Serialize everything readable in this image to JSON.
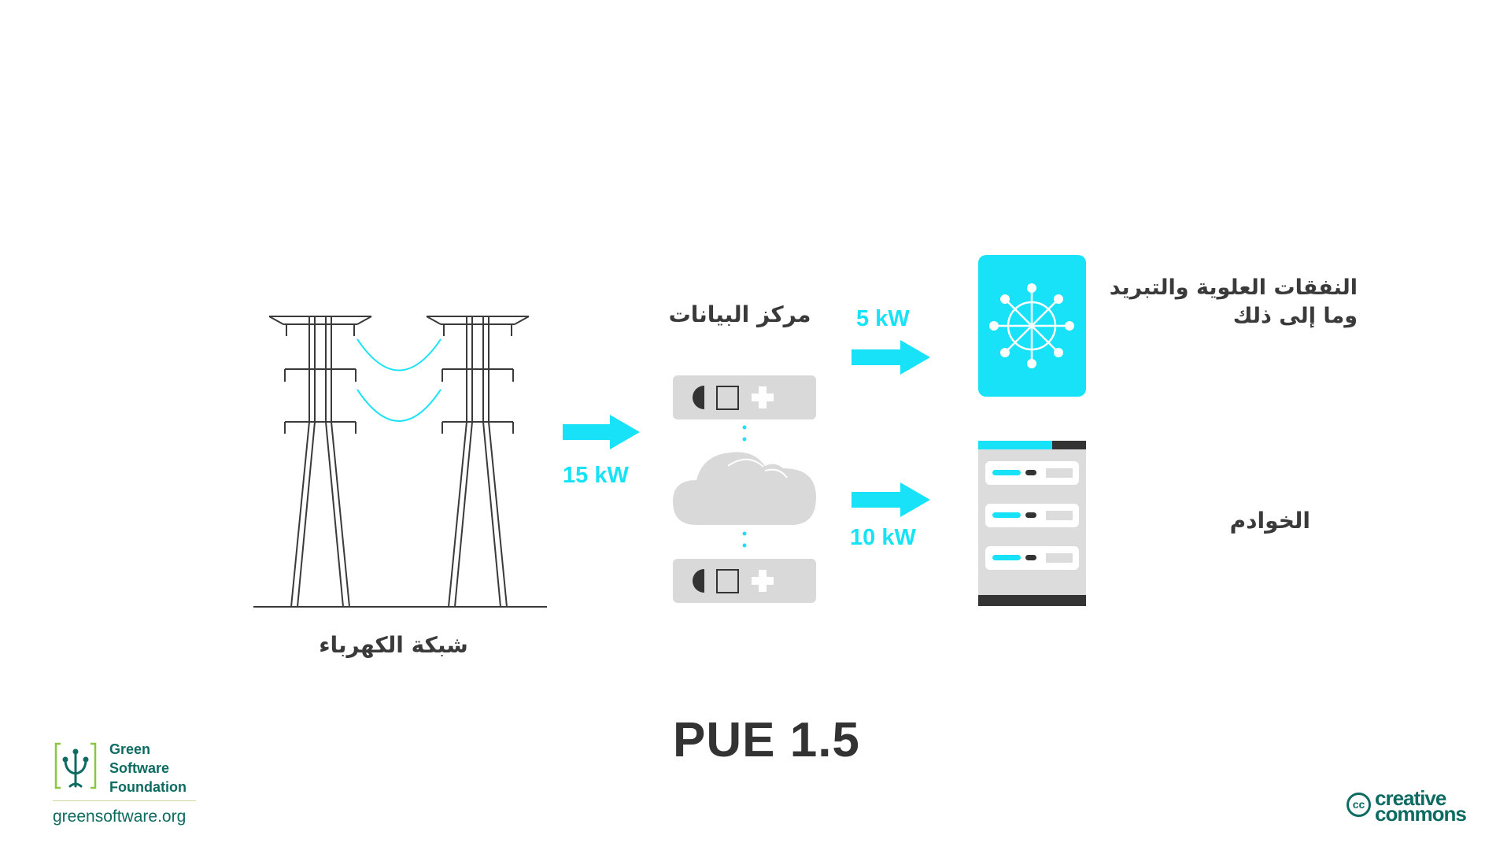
{
  "labels": {
    "grid": "شبكة الكهرباء",
    "datacenter": "مركز البيانات",
    "overhead_line1": "النفقات العلوية والتبريد",
    "overhead_line2": "وما إلى ذلك",
    "servers": "الخوادم"
  },
  "flows": {
    "grid_to_datacenter": "15 kW",
    "to_overhead": "5 kW",
    "to_servers": "10 kW"
  },
  "pue": "PUE 1.5",
  "footer": {
    "org_line1": "Green",
    "org_line2": "Software",
    "org_line3": "Foundation",
    "org_url": "greensoftware.org",
    "cc_symbol": "cc",
    "cc_line1": "creative",
    "cc_line2": "commons"
  },
  "colors": {
    "accent": "#18e2f7",
    "text_dark": "#3a3a3a",
    "brand_green": "#0e6b62",
    "gray_block": "#d9d9d9"
  }
}
